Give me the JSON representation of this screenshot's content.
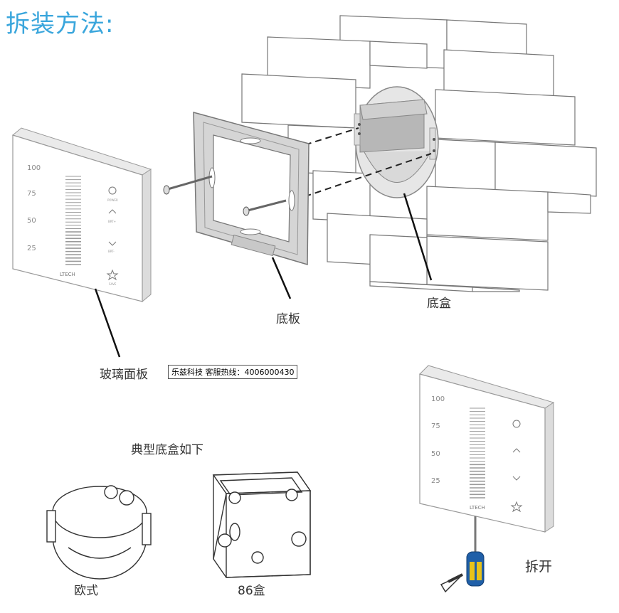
{
  "title": "拆装方法:",
  "labels": {
    "base_box": "底盒",
    "base_plate": "底板",
    "glass_panel": "玻璃面板",
    "hotline": "乐兹科技 客服热线：4006000430",
    "typical_boxes": "典型底盒如下",
    "european": "欧式",
    "box_86": "86盒",
    "remove": "拆开"
  },
  "panel": {
    "levels": [
      "100",
      "75",
      "50",
      "25"
    ],
    "brand": "LTECH",
    "buttons": [
      "POWER",
      "BRT+",
      "BRT-",
      "SAVE"
    ]
  },
  "colors": {
    "title": "#3aa6dc",
    "screwdriver_handle": "#1f5fa8",
    "screwdriver_grip": "#e7c21a"
  }
}
